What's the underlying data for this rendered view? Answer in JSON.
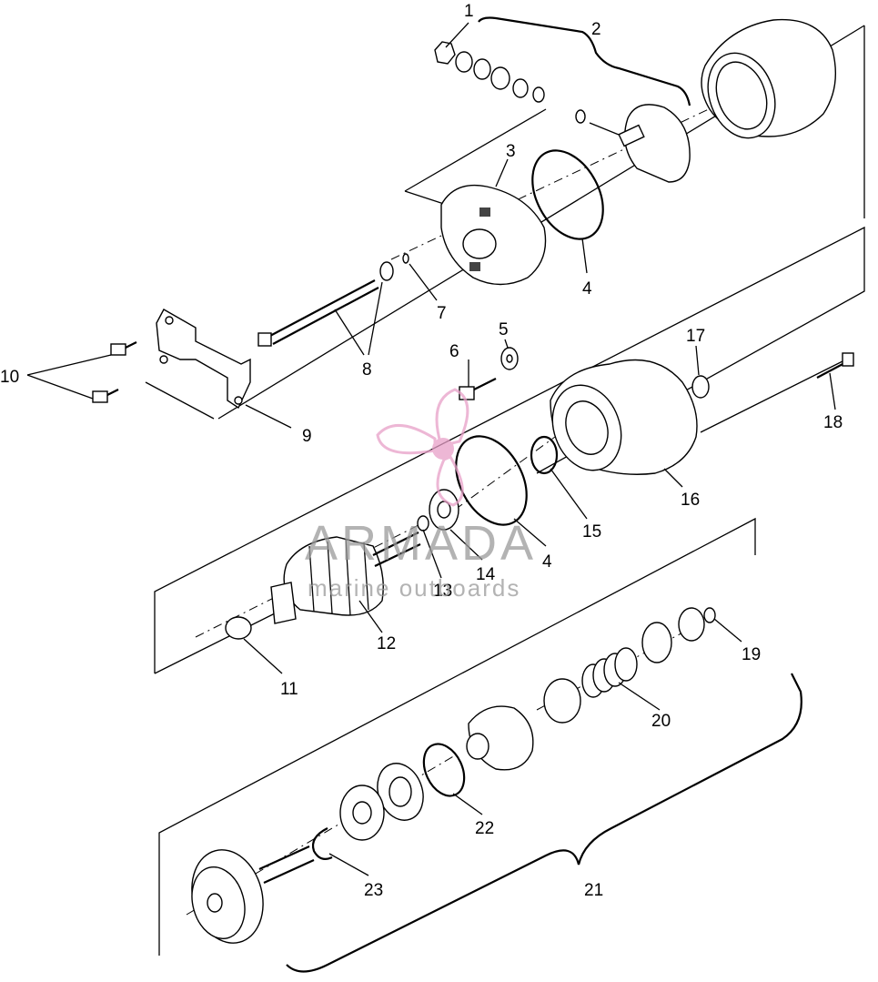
{
  "callouts": [
    {
      "id": "1",
      "text": "1"
    },
    {
      "id": "2",
      "text": "2"
    },
    {
      "id": "3",
      "text": "3"
    },
    {
      "id": "4a",
      "text": "4"
    },
    {
      "id": "4b",
      "text": "4"
    },
    {
      "id": "5",
      "text": "5"
    },
    {
      "id": "6",
      "text": "6"
    },
    {
      "id": "7",
      "text": "7"
    },
    {
      "id": "8",
      "text": "8"
    },
    {
      "id": "9",
      "text": "9"
    },
    {
      "id": "10",
      "text": "10"
    },
    {
      "id": "11",
      "text": "11"
    },
    {
      "id": "12",
      "text": "12"
    },
    {
      "id": "13",
      "text": "13"
    },
    {
      "id": "14",
      "text": "14"
    },
    {
      "id": "15",
      "text": "15"
    },
    {
      "id": "16",
      "text": "16"
    },
    {
      "id": "17",
      "text": "17"
    },
    {
      "id": "18",
      "text": "18"
    },
    {
      "id": "19",
      "text": "19"
    },
    {
      "id": "20",
      "text": "20"
    },
    {
      "id": "21",
      "text": "21"
    },
    {
      "id": "22",
      "text": "22"
    },
    {
      "id": "23",
      "text": "23"
    }
  ],
  "watermark": {
    "brand": "ARMADA",
    "tagline": "marine outboards",
    "logo_color": "#e8a0c8",
    "text_color": "#9a9a9a"
  },
  "colors": {
    "line": "#000000",
    "background": "#ffffff"
  }
}
